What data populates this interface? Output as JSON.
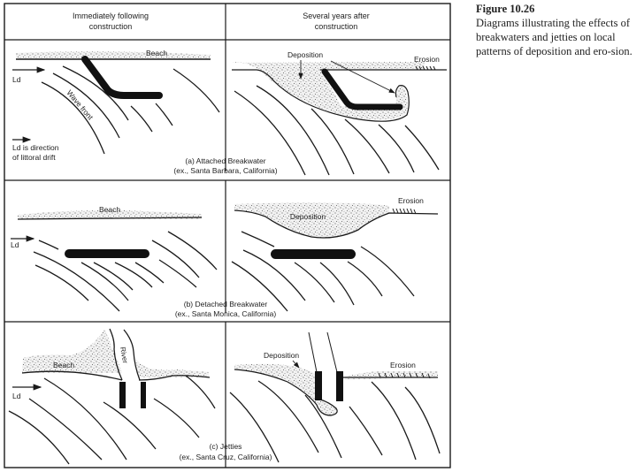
{
  "figure": {
    "number": "Figure 10.26",
    "caption": "Diagrams illustrating the effects of breakwaters and jetties on local patterns of deposition and ero-sion."
  },
  "headers": {
    "left_line1": "Immediately following",
    "left_line2": "construction",
    "right_line1": "Several years after",
    "right_line2": "construction"
  },
  "panels": {
    "a": {
      "title": "(a) Attached Breakwater",
      "example": "(ex., Santa Barbara, California)",
      "beach": "Beach",
      "ld": "Ld",
      "wave_front": "Wave front",
      "legend_line1": "Ld is direction",
      "legend_line2": "of littoral drift",
      "deposition": "Deposition",
      "erosion": "Erosion"
    },
    "b": {
      "title": "(b) Detached Breakwater",
      "example": "(ex., Santa Monica, California)",
      "beach": "Beach",
      "ld": "Ld",
      "deposition": "Deposition",
      "erosion": "Erosion"
    },
    "c": {
      "title": "(c) Jetties",
      "example": "(ex., Santa Cruz, California)",
      "beach": "Beach",
      "river": "River",
      "ld": "Ld",
      "deposition": "Deposition",
      "erosion": "Erosion"
    }
  },
  "colors": {
    "ink": "#1a1a1a",
    "sand": "#c8c8c8"
  }
}
